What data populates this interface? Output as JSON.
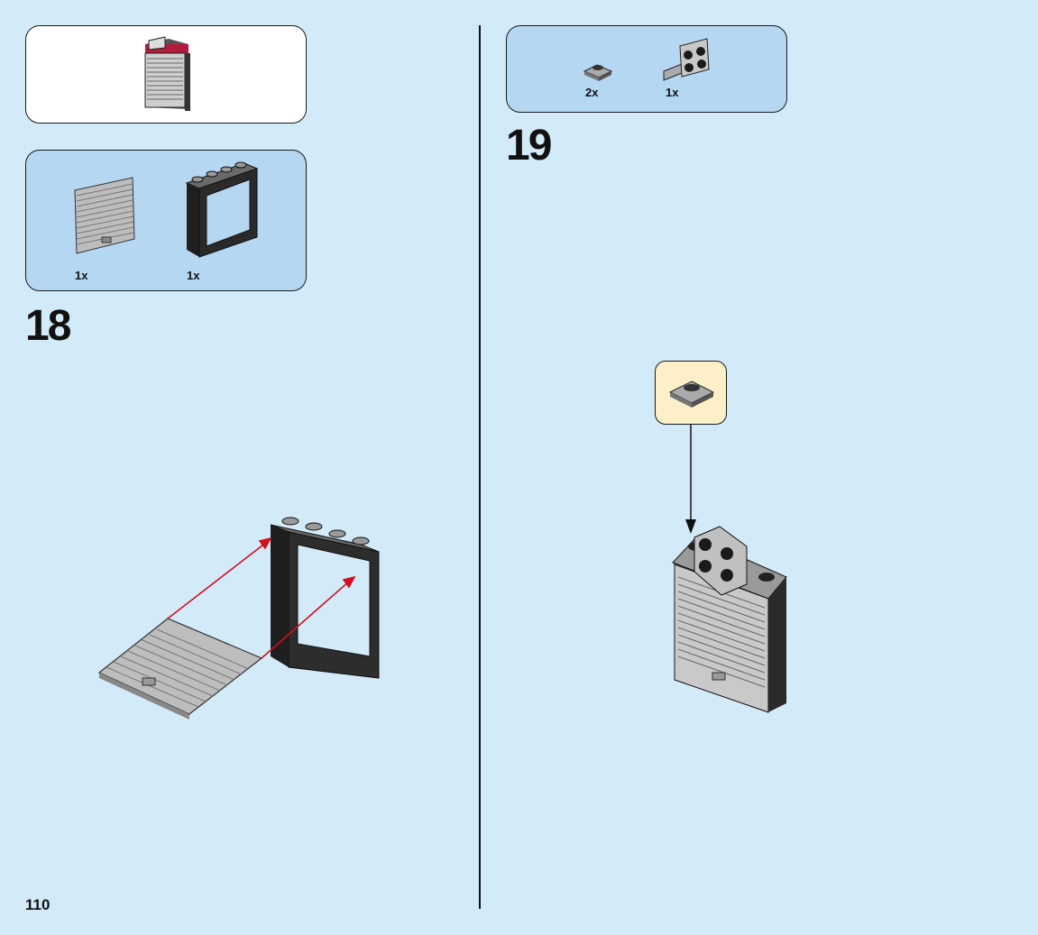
{
  "page": {
    "number": "110"
  },
  "steps": [
    {
      "number": "18",
      "parts": [
        {
          "qty": "1x",
          "icon": "shutter-panel-icon"
        },
        {
          "qty": "1x",
          "icon": "window-frame-icon"
        }
      ]
    },
    {
      "number": "19",
      "parts": [
        {
          "qty": "2x",
          "icon": "round-plate-icon"
        },
        {
          "qty": "1x",
          "icon": "bracket-plate-icon"
        }
      ]
    }
  ],
  "colors": {
    "background": "#d3eaf9",
    "parts_box": "#b6d7f2",
    "callout": "#fdf0c9",
    "arrow": "#d0101e"
  }
}
